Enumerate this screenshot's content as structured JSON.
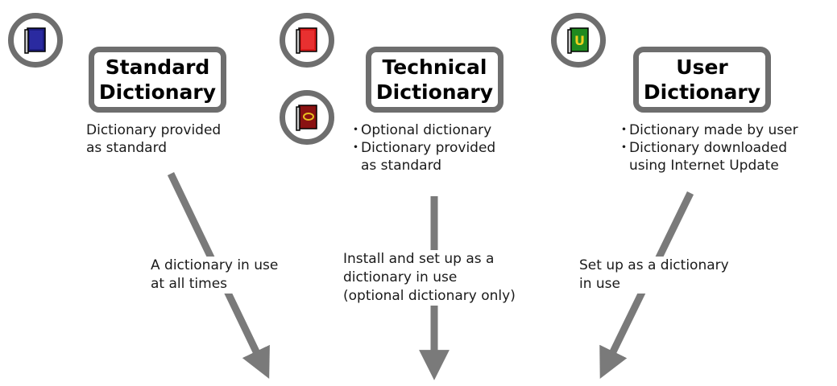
{
  "colors": {
    "frame_gray": "#6e6e6e",
    "arrow_gray": "#7a7a7a",
    "standard_book": "#1c1c80",
    "technical_book": "#d81a1a",
    "technical_book_dark": "#8a1212",
    "user_book": "#1f8a1f"
  },
  "standard": {
    "icon": "blue-book-icon",
    "title_line1": "Standard",
    "title_line2": "Dictionary",
    "desc_line1": "Dictionary provided",
    "desc_line2": "as standard",
    "flow_line1": "A dictionary in use",
    "flow_line2": "at all times"
  },
  "technical": {
    "icon_top": "red-book-icon",
    "icon_bottom": "dark-red-book-icon",
    "title_line1": "Technical",
    "title_line2": "Dictionary",
    "bullet": "・",
    "desc_item1": "Optional dictionary",
    "desc_item2_line1": "Dictionary provided",
    "desc_item2_line2": "as standard",
    "flow_line1": "Install and set up as a",
    "flow_line2": "dictionary in use",
    "flow_line3": "(optional dictionary only)"
  },
  "user": {
    "icon": "green-u-book-icon",
    "icon_letter": "U",
    "title_line1": "User",
    "title_line2": "Dictionary",
    "bullet": "・",
    "desc_item1": "Dictionary made by user",
    "desc_item2_line1": "Dictionary downloaded",
    "desc_item2_line2": "using Internet Update",
    "flow_line1": "Set up as a dictionary",
    "flow_line2": "in use"
  }
}
